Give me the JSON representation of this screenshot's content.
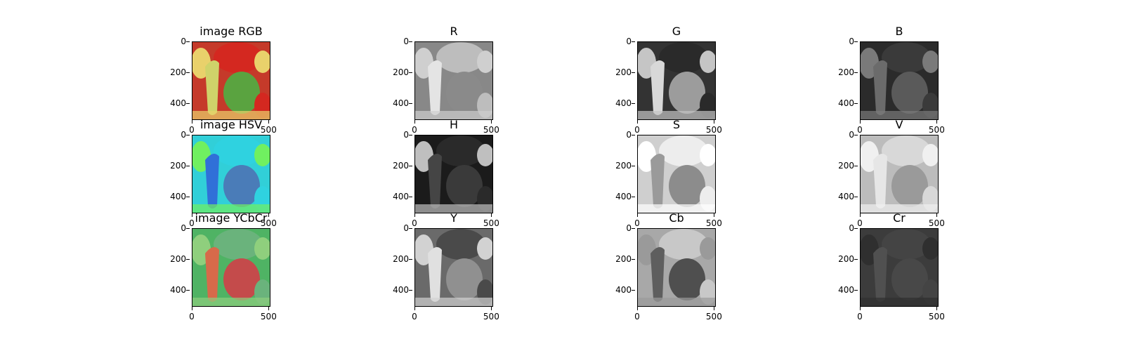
{
  "figure": {
    "panels": [
      {
        "title": "image RGB",
        "mode": "rgb"
      },
      {
        "title": "R",
        "mode": "R"
      },
      {
        "title": "G",
        "mode": "G"
      },
      {
        "title": "B",
        "mode": "B"
      },
      {
        "title": "image HSV",
        "mode": "hsv"
      },
      {
        "title": "H",
        "mode": "H"
      },
      {
        "title": "S",
        "mode": "S"
      },
      {
        "title": "V",
        "mode": "V"
      },
      {
        "title": "image YCbCr",
        "mode": "ycbcr"
      },
      {
        "title": "Y",
        "mode": "Y"
      },
      {
        "title": "Cb",
        "mode": "Cb"
      },
      {
        "title": "Cr",
        "mode": "Cr"
      }
    ],
    "y_ticks": [
      "0",
      "200",
      "400"
    ],
    "y_tick_values": [
      0,
      200,
      400
    ],
    "x_ticks": [
      "0",
      "500"
    ],
    "x_tick_values": [
      0,
      500
    ],
    "image_size": 512
  }
}
